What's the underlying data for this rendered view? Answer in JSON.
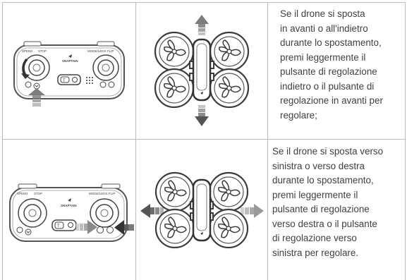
{
  "rows": [
    {
      "remote_labels": {
        "left": "SPEED",
        "left2": "STOP",
        "right": "MODE/LEDS",
        "right2": "FLIP",
        "brand": "SNAPTAIN",
        "center_btn": "T"
      },
      "text_lines": [
        "Se il drone si sposta",
        "in avanti o all'indietro",
        "durante lo spostamento,",
        "premi leggermente il",
        "pulsante di regolazione",
        "indietro o il pulsante di",
        "regolazione in avanti per",
        "regolare;"
      ]
    },
    {
      "remote_labels": {
        "left": "SPEED",
        "left2": "STOP",
        "right": "MODE/LEDS",
        "right2": "FLIP",
        "brand": "SNAPTAIN",
        "center_btn": "T"
      },
      "text_lines": [
        "Se il drone si sposta verso",
        "sinistra o verso destra",
        "durante lo spostamento,",
        "premi leggermente il",
        "pulsante di regolazione",
        "verso destra o il pulsante",
        "di regolazione verso",
        "sinistra per regolare."
      ]
    }
  ],
  "icons": [
    "remote-controller-icon",
    "drone-icon",
    "arrow-icon"
  ],
  "colors": {
    "arrow": "#7c7c7c",
    "grid": "#bdbdbd",
    "text": "#3f3f3f"
  }
}
